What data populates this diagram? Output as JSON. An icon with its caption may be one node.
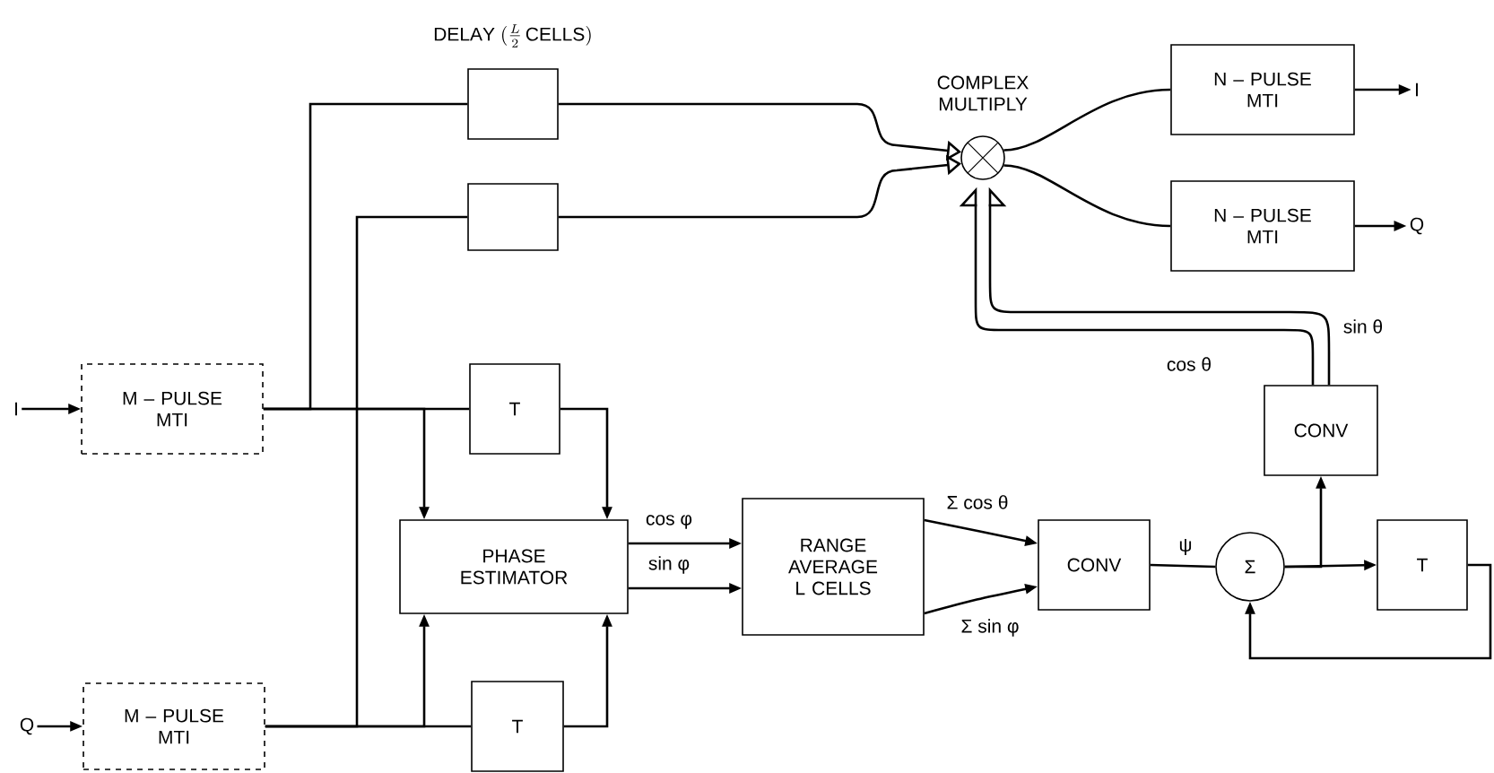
{
  "diagram": {
    "nodes": [
      {
        "text": [
          "I"
        ]
      },
      {
        "text": [
          "M – PULSE MTI"
        ]
      },
      {
        "text": [
          "Q"
        ]
      },
      {
        "text": [
          "M – PULSE MTI"
        ]
      },
      {
        "text": [],
        "shape": "box",
        "beside": [
          "\\mathsf{DELAY}\\ (\\frac{L}{2}\\,\\mathsf{CELLS})"
        ]
      },
      {
        "text": [],
        "shape": "box"
      },
      {
        "text": [
          "T"
        ]
      },
      {
        "text": [
          "PHASE ESTIMATOR"
        ]
      },
      {
        "text": [
          "T"
        ]
      },
      {
        "text": [
          "RANGE AVERAGE L CELLS"
        ]
      },
      {
        "text": [
          "CONV"
        ]
      },
      {
        "text": [
          "Σ"
        ]
      },
      {
        "text": [
          "T"
        ]
      },
      {
        "text": [
          "CONV"
        ]
      },
      {
        "text": [],
        "shape": "circle",
        "beside": [
          "COMPLEX MULTIPLY"
        ]
      },
      {
        "text": [
          "N – PULSE MTI"
        ]
      },
      {
        "text": [
          "N – PULSE MTI"
        ]
      },
      {
        "text": [
          "I"
        ]
      },
      {
        "text": [
          "Q"
        ]
      }
    ],
    "edges": [
      {
        "from": 0,
        "to": 1,
        "arrow": "to"
      },
      {
        "from": 2,
        "to": 3,
        "arrow": "to"
      },
      {
        "from": 1,
        "to": 4,
        "arrow": "none"
      },
      {
        "from": 1,
        "to": 6,
        "arrow": "none"
      },
      {
        "from": 1,
        "to": 7,
        "arrow": "to"
      },
      {
        "from": 6,
        "to": 7,
        "arrow": "to"
      },
      {
        "from": 3,
        "to": 5,
        "arrow": "none"
      },
      {
        "from": 3,
        "to": 8,
        "arrow": "none"
      },
      {
        "from": 3,
        "to": 7,
        "arrow": "to"
      },
      {
        "from": 8,
        "to": 7,
        "arrow": "to"
      },
      {
        "from": 4,
        "to": 14,
        "arrow": "to"
      },
      {
        "from": 5,
        "to": 14,
        "arrow": "to"
      },
      {
        "from": 7,
        "to": 9,
        "arrow": "to",
        "label": "cos φ"
      },
      {
        "from": 7,
        "to": 9,
        "arrow": "to",
        "label": "sin φ"
      },
      {
        "from": 9,
        "to": 10,
        "arrow": "to",
        "label": "Σ cos θ"
      },
      {
        "from": 9,
        "to": 10,
        "arrow": "to",
        "label": "Σ sin φ"
      },
      {
        "from": 10,
        "to": 11,
        "arrow": "none",
        "label": "ψ"
      },
      {
        "from": 11,
        "to": 12,
        "arrow": "to"
      },
      {
        "from": 11,
        "to": 13,
        "arrow": "to"
      },
      {
        "from": 12,
        "to": 11,
        "arrow": "to"
      },
      {
        "from": 13,
        "to": 14,
        "arrow": "to",
        "label": "cos θ"
      },
      {
        "from": 13,
        "to": 14,
        "arrow": "to",
        "label": "sin θ"
      },
      {
        "from": 14,
        "to": 15,
        "arrow": "none"
      },
      {
        "from": 14,
        "to": 16,
        "arrow": "none"
      },
      {
        "from": 15,
        "to": 17,
        "arrow": "to"
      },
      {
        "from": 16,
        "to": 18,
        "arrow": "to"
      }
    ]
  }
}
